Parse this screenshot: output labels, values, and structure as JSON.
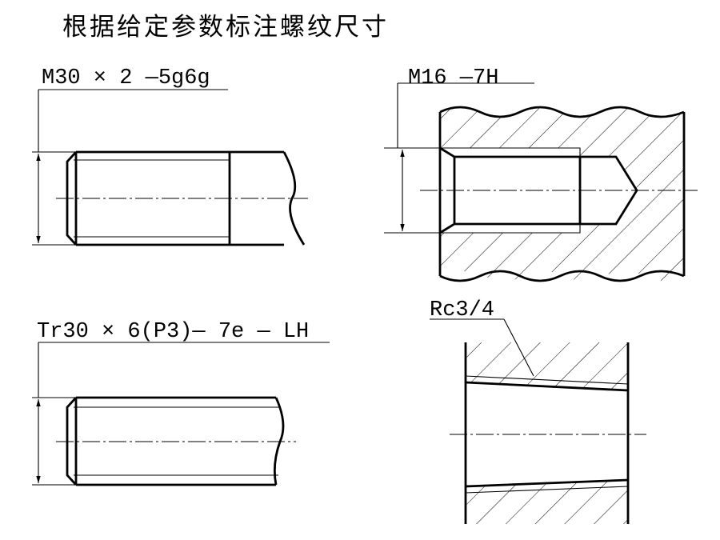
{
  "title": "根据给定参数标注螺纹尺寸",
  "annotations": {
    "fig1_label": "M30 × 2 —5g6g",
    "fig2_label": "M16 —7H",
    "fig3_label": "Tr30 × 6(P3)— 7e — LH",
    "fig4_label": "Rc3/4"
  }
}
